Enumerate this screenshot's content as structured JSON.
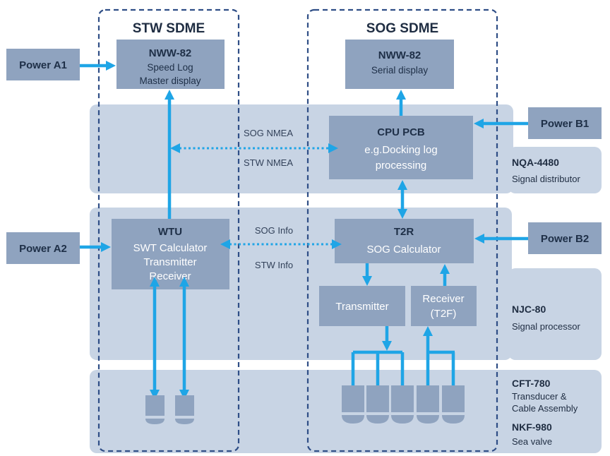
{
  "headers": {
    "stw": "STW SDME",
    "sog": "SOG SDME"
  },
  "power": {
    "a1": "Power A1",
    "a2": "Power A2",
    "b1": "Power B1",
    "b2": "Power B2"
  },
  "boxes": {
    "stw_display": {
      "title": "NWW-82",
      "line1": "Speed Log",
      "line2": "Master display"
    },
    "sog_display": {
      "title": "NWW-82",
      "line1": "Serial display"
    },
    "cpu": {
      "title": "CPU PCB",
      "line1": "e.g.Docking log",
      "line2": "processing"
    },
    "wtu": {
      "title": "WTU",
      "line1": "SWT Calculator",
      "line2": "Transmitter",
      "line3": "Receiver"
    },
    "t2r": {
      "title": "T2R",
      "line1": "SOG Calculator"
    },
    "transmitter": {
      "line1": "Transmitter"
    },
    "receiver": {
      "line1": "Receiver",
      "line2": "(T2F)"
    }
  },
  "flows": {
    "sog_nmea": "SOG NMEA",
    "stw_nmea": "STW NMEA",
    "sog_info": "SOG Info",
    "stw_info": "STW Info"
  },
  "units": {
    "nqa": {
      "model": "NQA-4480",
      "desc": "Signal distributor"
    },
    "njc": {
      "model": "NJC-80",
      "desc": "Signal processor"
    },
    "cft": {
      "model": "CFT-780",
      "desc1": "Transducer &",
      "desc2": "Cable Assembly"
    },
    "nkf": {
      "model": "NKF-980",
      "desc": "Sea valve"
    }
  },
  "colors": {
    "connector": "#1fa5e6",
    "box": "#8fa3bf",
    "band": "#c8d4e4",
    "frame": "#2f4e86"
  }
}
